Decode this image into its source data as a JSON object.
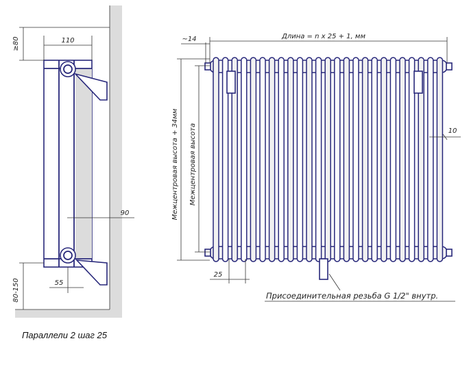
{
  "side_view": {
    "dims": {
      "top_clearance": "≥80",
      "width": "110",
      "bracket_depth": "90",
      "pipe_offset": "55",
      "bottom_clearance": "80-150"
    }
  },
  "front_view": {
    "dims": {
      "length_label": "Длина = n x 25 + 1, мм",
      "left_offset": "~14",
      "right_offset": "10",
      "pitch": "25",
      "outer_height_label": "Межцентровая высота + 34мм",
      "center_height_label": "Межцентровая высота"
    },
    "connection_note": "Присоединительная резьба G 1/2\" внутр."
  },
  "caption": "Параллели 2 шаг 25",
  "colors": {
    "outline": "#27277a",
    "wall": "#d8d8d8",
    "line": "#333333"
  }
}
